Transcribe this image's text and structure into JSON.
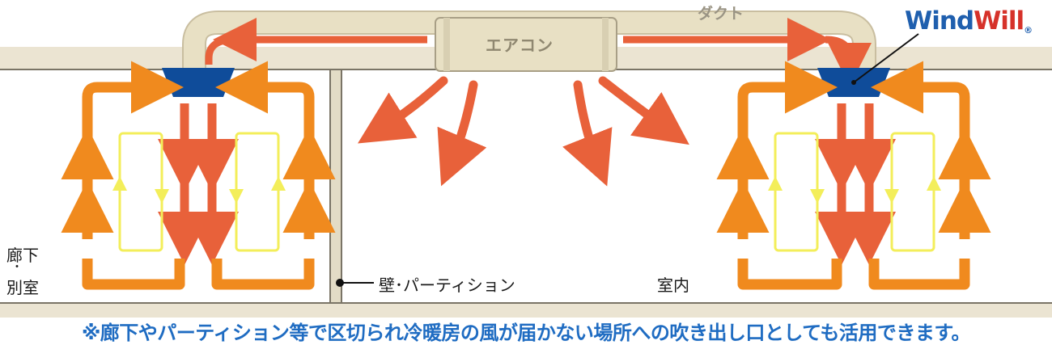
{
  "labels": {
    "aircon": "エアコン",
    "duct": "ダクト",
    "corridor_line1": "廊下",
    "corridor_dot": "・",
    "corridor_line2": "別室",
    "wall": "壁･パーティション",
    "indoor": "室内"
  },
  "brand": {
    "word1": "Wind",
    "word2": "Will",
    "mark": "®"
  },
  "caption": "※廊下やパーティション等で区切られ冷暖房の風が届かない場所への吹き出し口としても活用できます。",
  "colors": {
    "duct_fill": "#e8e0c4",
    "duct_border": "#c9bea0",
    "airflow_red": "#e8613a",
    "airflow_orange": "#f08a1e",
    "airflow_yellow": "#f3ee5a",
    "vent_blue": "#0f4c9a",
    "caption_blue": "#1f6cc2",
    "brand_blue": "#1f5fae",
    "brand_red": "#d6322a"
  }
}
